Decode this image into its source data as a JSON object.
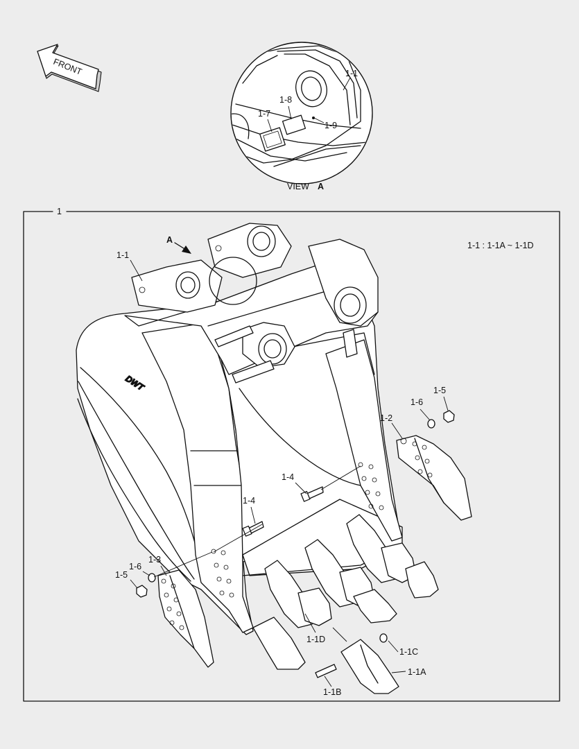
{
  "front_label": "FRONT",
  "view": {
    "word": "VIEW",
    "letter": "A"
  },
  "assembly_number": "1",
  "note": "1-1 : 1-1A ~ 1-1D",
  "view_arrow_label": "A",
  "callouts": {
    "inset_1_1": "1-1",
    "inset_1_7": "1-7",
    "inset_1_8": "1-8",
    "inset_1_9": "1-9",
    "main_1_1": "1-1",
    "c_1_2": "1-2",
    "c_1_3": "1-3",
    "c_1_4_a": "1-4",
    "c_1_4_b": "1-4",
    "c_1_5_a": "1-5",
    "c_1_5_b": "1-5",
    "c_1_6_a": "1-6",
    "c_1_6_b": "1-6",
    "c_1_1a": "1-1A",
    "c_1_1b": "1-1B",
    "c_1_1c": "1-1C",
    "c_1_1d": "1-1D"
  },
  "brand_mark": "DWT",
  "colors": {
    "line": "#111111",
    "background": "#ededed",
    "part_fill": "#ffffff"
  }
}
